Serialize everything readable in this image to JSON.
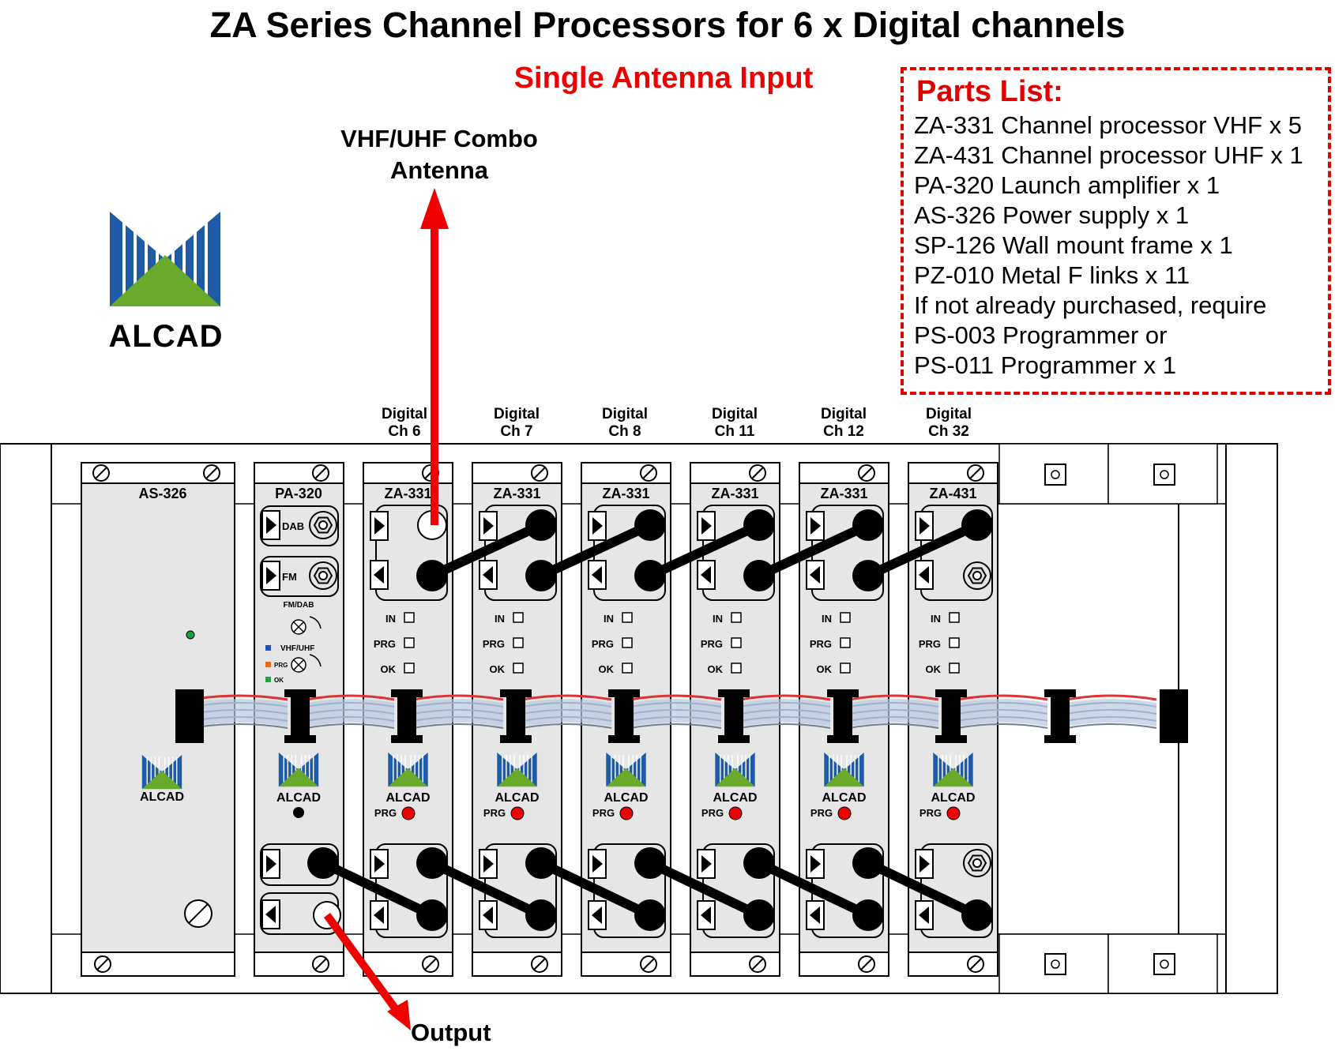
{
  "title": "ZA Series Channel Processors for 6 x Digital channels",
  "subtitle": "Single Antenna Input",
  "antenna_label": [
    "VHF/UHF Combo",
    "Antenna"
  ],
  "output_label": "Output",
  "brand": "ALCAD",
  "parts_list": {
    "heading": "Parts List:",
    "items": [
      "ZA-331 Channel processor VHF x 5",
      "ZA-431 Channel processor UHF x 1",
      "PA-320 Launch amplifier x 1",
      "AS-326 Power supply x 1",
      "SP-126 Wall mount frame x 1",
      "PZ-010 Metal F links x 11",
      "If not already purchased, require",
      "PS-003 Programmer or",
      "PS-011 Programmer x 1"
    ]
  },
  "power_supply": {
    "model": "AS-326"
  },
  "amplifier": {
    "model": "PA-320",
    "inputs": [
      "DAB",
      "FM"
    ],
    "adjust_label": "FM/DAB",
    "adjust2_label": "VHF/UHF",
    "leds": [
      {
        "label": "PRG",
        "color": "#e07020"
      },
      {
        "label": "OK",
        "color": "#20a040"
      }
    ],
    "led_blue": "#2050c0"
  },
  "processors": [
    {
      "model": "ZA-331",
      "channel": [
        "Digital",
        "Ch 6"
      ]
    },
    {
      "model": "ZA-331",
      "channel": [
        "Digital",
        "Ch 7"
      ]
    },
    {
      "model": "ZA-331",
      "channel": [
        "Digital",
        "Ch 8"
      ]
    },
    {
      "model": "ZA-331",
      "channel": [
        "Digital",
        "Ch 11"
      ]
    },
    {
      "model": "ZA-331",
      "channel": [
        "Digital",
        "Ch 12"
      ]
    },
    {
      "model": "ZA-431",
      "channel": [
        "Digital",
        "Ch 32"
      ]
    }
  ],
  "status_labels": [
    "IN",
    "PRG",
    "OK"
  ],
  "prg_label": "PRG",
  "colors": {
    "accent_red": "#ee0000",
    "module_fill": "#e6e6e6",
    "logo_blue": "#1f5aa6",
    "logo_green": "#6aaa2a",
    "ribbon": "#b8c8e0",
    "led_red": "#ee0000",
    "led_green": "#18a040"
  }
}
